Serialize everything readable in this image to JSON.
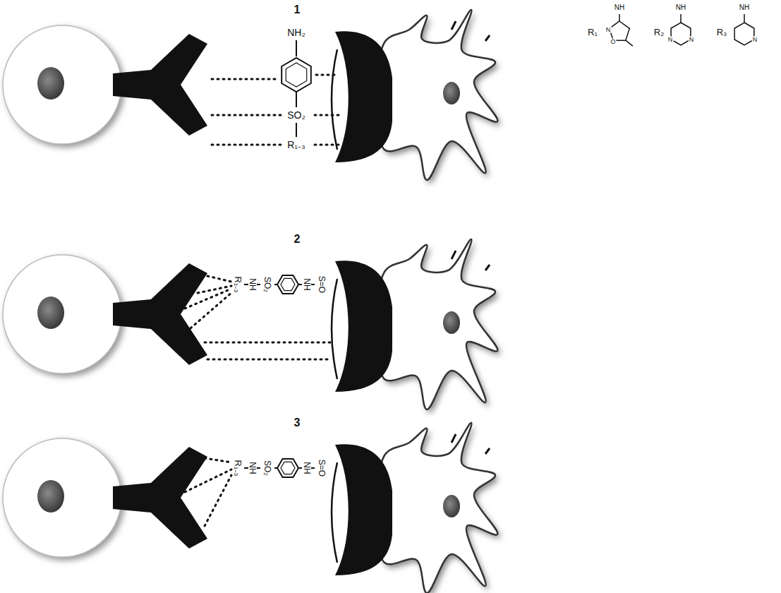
{
  "diagram": {
    "labels": [
      "1",
      "NH₂",
      "SO₂",
      "R₁₋₃",
      "2",
      "R₁₋₃",
      "NH",
      "SO₂",
      "NH",
      "S=O",
      "3",
      "R₁₋₃",
      "NH",
      "SO₂",
      "NH",
      "S=O",
      "NH",
      "R₁",
      "N",
      "O",
      "NH",
      "R₂",
      "N",
      "N",
      "NH",
      "R₃",
      "N"
    ]
  }
}
